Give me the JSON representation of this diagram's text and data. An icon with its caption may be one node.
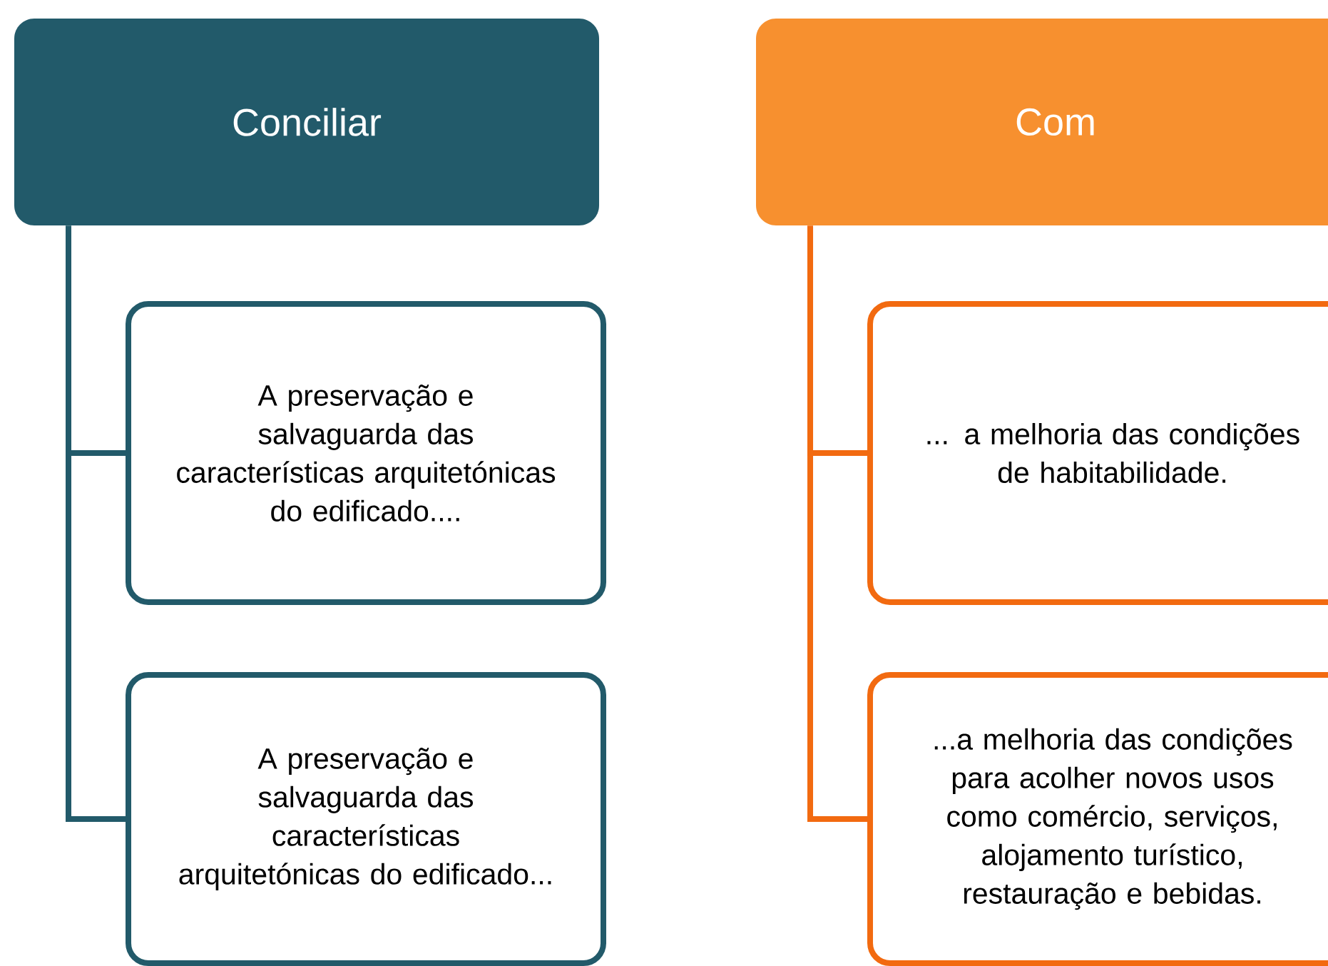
{
  "diagram": {
    "nodes": [
      {
        "text": [
          "Conciliar"
        ]
      },
      {
        "text": [
          "A preservação e salvaguarda das características arquitetónicas do edificado...."
        ]
      },
      {
        "text": [
          "A preservação e salvaguarda das características arquitetónicas do edificado..."
        ]
      },
      {
        "text": [
          "Com"
        ]
      },
      {
        "text": [
          "... a melhoria das condições de habitabilidade."
        ]
      },
      {
        "text": [
          "...a melhoria das condições para acolher novos usos como comércio, serviços, alojamento turístico, restauração e bebidas."
        ]
      }
    ],
    "edges": [
      {
        "from": 0,
        "to": 1,
        "arrow": "none"
      },
      {
        "from": 0,
        "to": 2,
        "arrow": "none"
      },
      {
        "from": 3,
        "to": 4,
        "arrow": "none",
        "color": "#f26a10"
      },
      {
        "from": 3,
        "to": 5,
        "arrow": "none",
        "color": "#f26a10"
      }
    ]
  }
}
